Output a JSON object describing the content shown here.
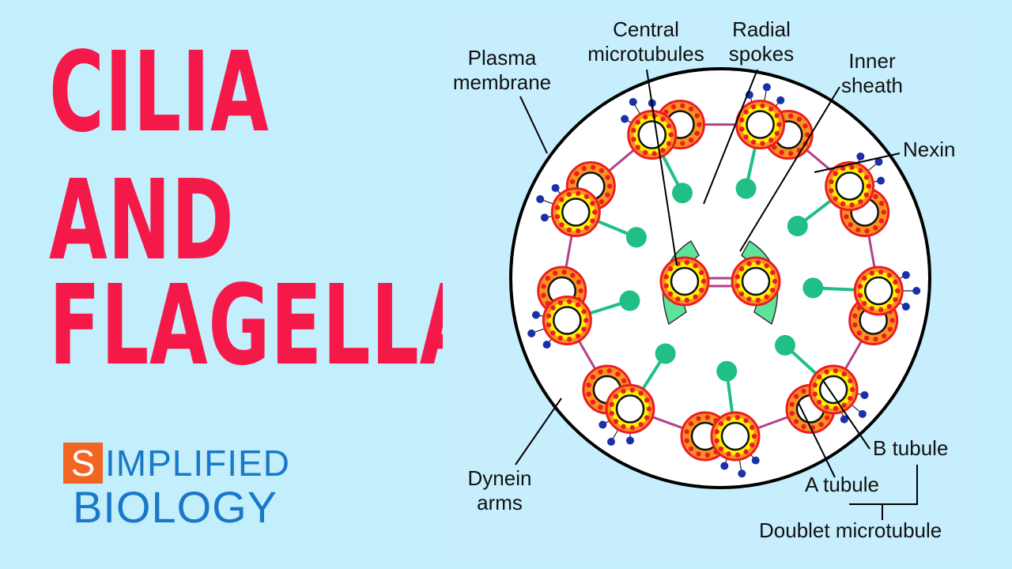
{
  "title": {
    "line1": "CILIA",
    "line2": "AND",
    "line3": "FLAGELLA"
  },
  "logo": {
    "initial": "S",
    "word1_rest": "IMPLIFIED",
    "word2": "BIOLOGY"
  },
  "diagram": {
    "labels": {
      "plasma_membrane": [
        "Plasma",
        "membrane"
      ],
      "central_microtubules": [
        "Central",
        "microtubules"
      ],
      "radial_spokes": [
        "Radial",
        "spokes"
      ],
      "inner_sheath": [
        "Inner",
        "sheath"
      ],
      "nexin": "Nexin",
      "dynein_arms": [
        "Dynein",
        "arms"
      ],
      "b_tubule": "B tubule",
      "a_tubule": "A tubule",
      "doublet_microtubule": "Doublet microtubule"
    },
    "colors": {
      "tubule_outer": "#ed1c24",
      "tubule_fill": "#f7941d",
      "tubule_dots": "#ed1c24",
      "tubule_ring": "#fff200",
      "spoke": "#1fbf85",
      "inner_sheath": "#5fe29a",
      "nexin": "#b0418a",
      "dynein": "#1b2fa8",
      "membrane": "#000000"
    },
    "peripheral_doublet_count": 9
  }
}
